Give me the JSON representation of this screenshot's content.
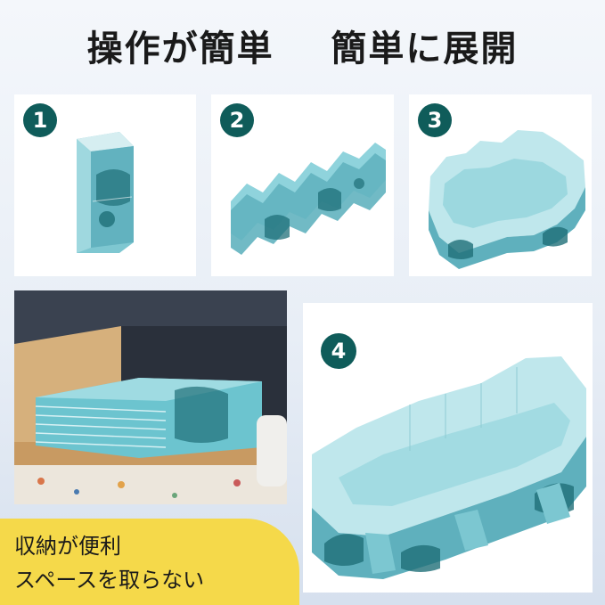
{
  "headline": {
    "left": "操作が簡単",
    "right": "簡単に展開"
  },
  "steps": [
    {
      "number": "1"
    },
    {
      "number": "2"
    },
    {
      "number": "3"
    },
    {
      "number": "4"
    }
  ],
  "caption": {
    "line1": "収納が便利",
    "line2": "スペースを取らない"
  },
  "colors": {
    "badge": "#0f5c5a",
    "pool_light": "#8fd3dc",
    "pool_dark": "#1f6f78",
    "caption_bg": "#f5d94a"
  }
}
